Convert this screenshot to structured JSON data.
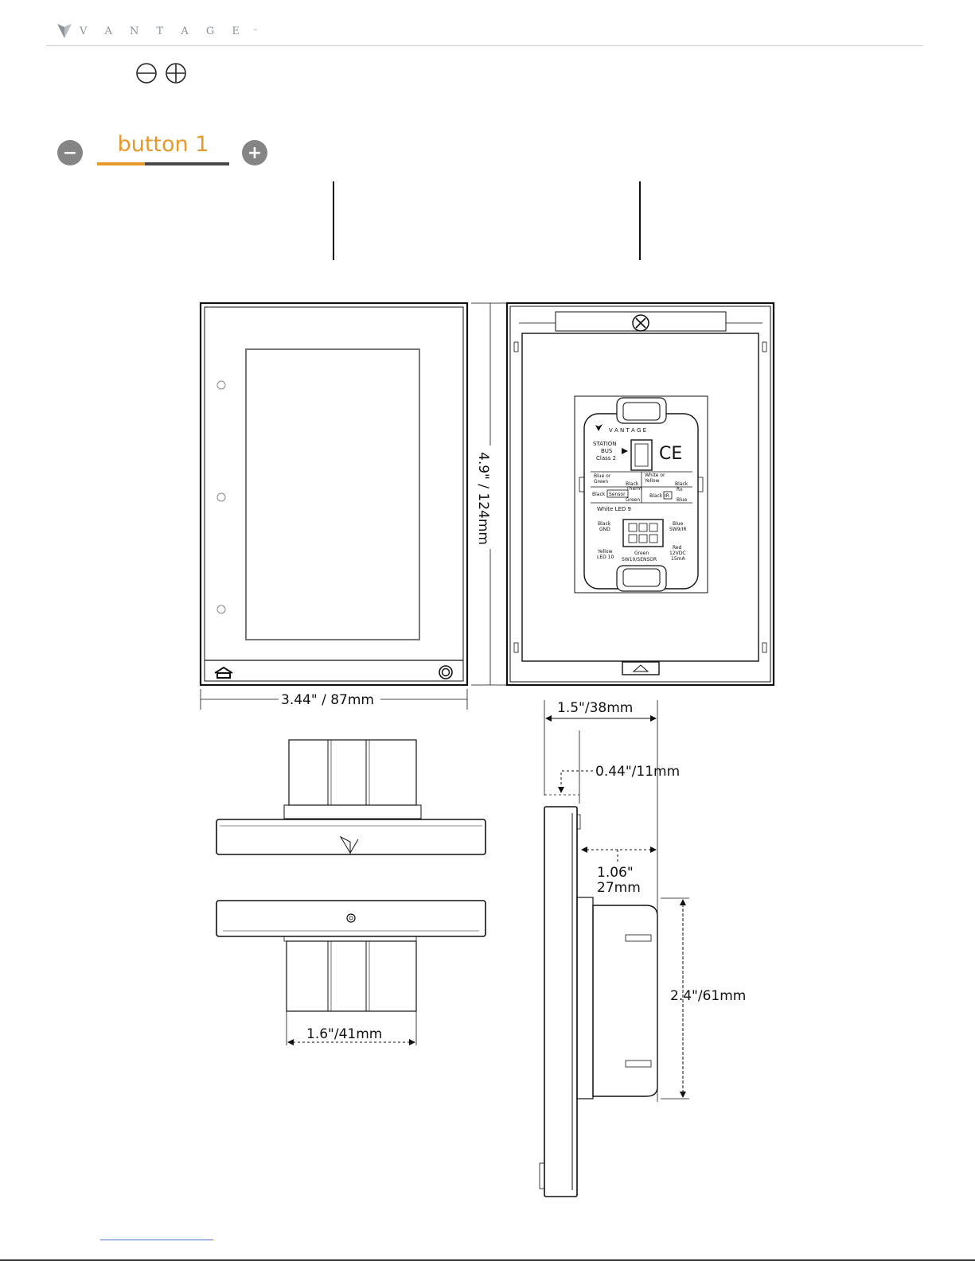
{
  "brand": {
    "name": "V A N T A G E",
    "tm": "™"
  },
  "zoom_controls": {
    "out_icon": "circle-minus-icon",
    "in_icon": "circle-plus-icon"
  },
  "button_control": {
    "label": "button 1",
    "minus": "−",
    "plus": "+"
  },
  "colors": {
    "accent": "#e79a2a",
    "control_gray": "#858585",
    "rule": "#c9cdd1"
  },
  "dimensions": {
    "height": "4.9\" / 124mm",
    "width": "3.44\" / 87mm",
    "depth_total": "1.5\"/38mm",
    "depth_front": "0.44\"/11mm",
    "depth_back_line1": "1.06\"",
    "depth_back_line2": "27mm",
    "back_height": "2.4\"/61mm",
    "bottom_width": "1.6\"/41mm"
  },
  "back_label": {
    "brand": "V A N T A G E",
    "station": "STATION",
    "bus": "BUS",
    "class": "Class 2",
    "ce": "CE",
    "blue_or": "Blue or",
    "green": "Green",
    "black": "Black",
    "white_or": "White or",
    "yellow": "Yellow",
    "black2": "Black",
    "black3": "Black",
    "sensor": "Sensor",
    "therm": "Therm",
    "green2": "Green",
    "black4": "Black",
    "ir": "IR",
    "rx": "Rx",
    "blue": "Blue",
    "white_led9": "White LED 9",
    "black5": "Black",
    "gnd": "GND",
    "blue2": "Blue",
    "sw9ir": "SW9/IR",
    "yellow2": "Yellow",
    "led10": "LED 10",
    "green3": "Green",
    "sw10sensor": "SW10/SENSOR",
    "red": "Red",
    "v12": "12VDC",
    "ma": "15mA"
  }
}
